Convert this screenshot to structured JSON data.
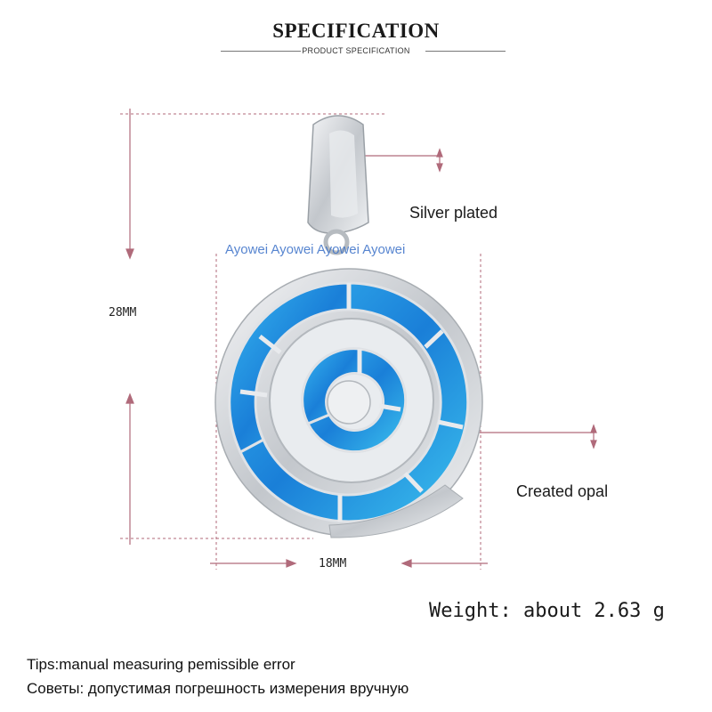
{
  "header": {
    "title": "SPECIFICATION",
    "subtitle": "PRODUCT SPECIFICATION"
  },
  "watermark": "Ayowei Ayowei Ayowei Ayowei",
  "callouts": {
    "bail": "Silver plated",
    "stone": "Created opal"
  },
  "dimensions": {
    "height": "28MM",
    "width": "18MM"
  },
  "weight": "Weight: about 2.63 g",
  "tips": {
    "english": "Tips:manual measuring pemissible error",
    "russian": "Советы: допустимая погрешность измерения вручную"
  },
  "colors": {
    "dimension_line": "#b06a7a",
    "opal": "#1e8ee0",
    "metal": "#c9cdd2"
  }
}
